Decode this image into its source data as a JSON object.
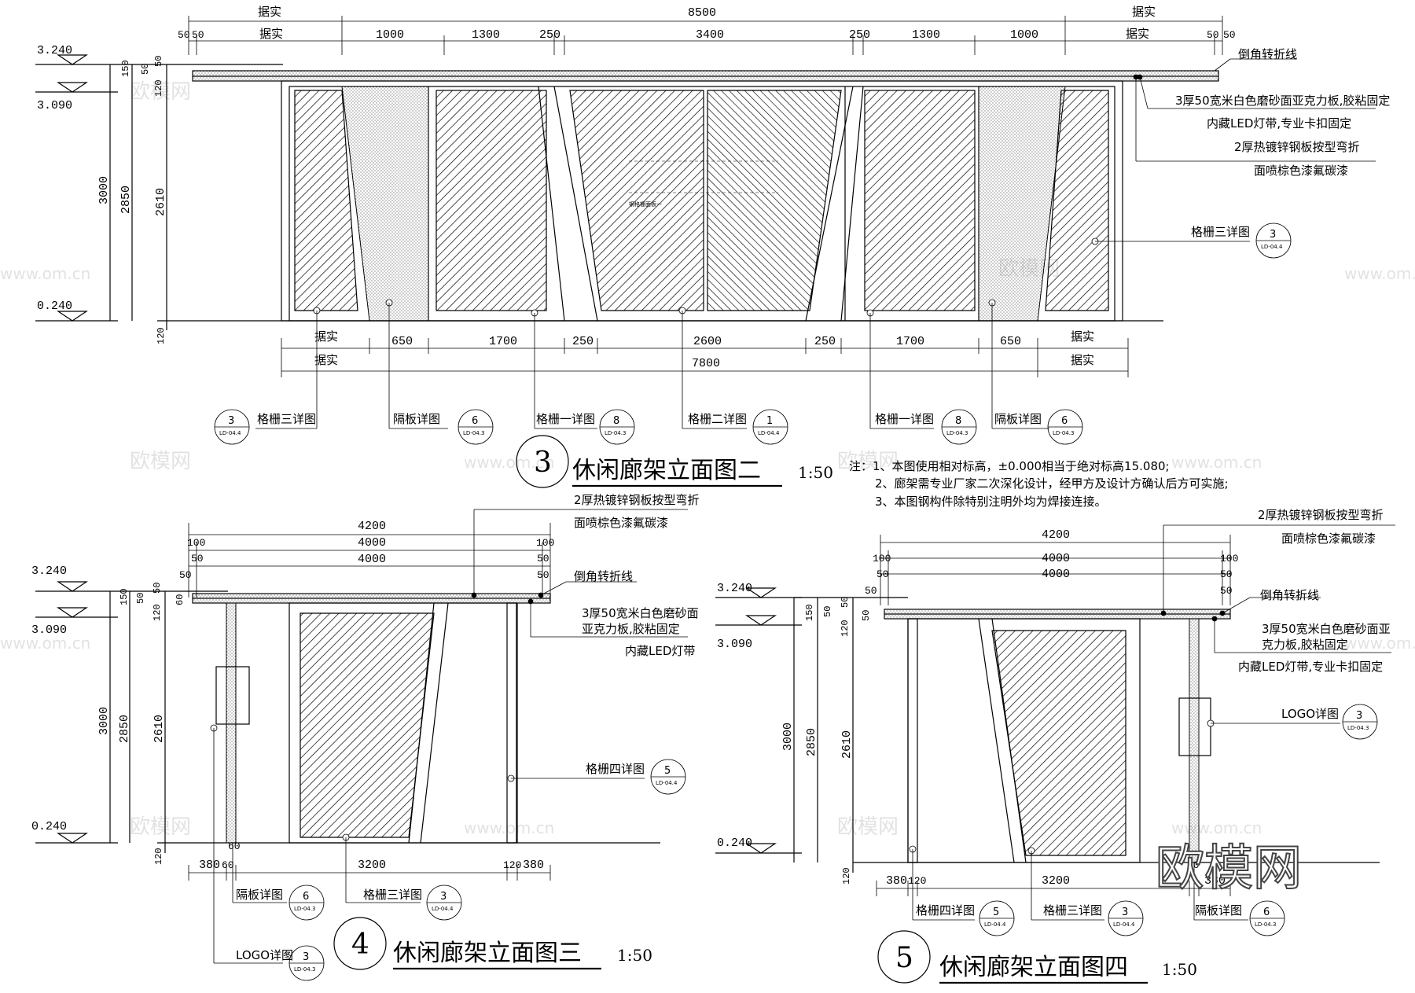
{
  "brand": "欧模网",
  "watermarks": [
    "欧模网",
    "www.om.cn"
  ],
  "elevation1": {
    "number": "3",
    "title": "休闲廊架立面图二",
    "scale": "1:50",
    "levels": [
      "3.240",
      "3.090",
      "0.240"
    ],
    "top_dims": [
      "据实",
      "8500",
      "据实"
    ],
    "top_dims2": [
      "50",
      "50",
      "据实",
      "1000",
      "1300",
      "250",
      "3400",
      "250",
      "1300",
      "1000",
      "据实",
      "50",
      "50"
    ],
    "height_dims": [
      "3000",
      "2850",
      "2610",
      "150",
      "50",
      "50",
      "120",
      "120"
    ],
    "bottom_dims": [
      "据实",
      "650",
      "1700",
      "250",
      "2600",
      "250",
      "1700",
      "650",
      "据实"
    ],
    "bottom_dims2": [
      "据实",
      "7800",
      "据实"
    ],
    "center_label": "钢格栅面板一",
    "annotations": [
      "倒角转折线",
      "3厚50宽米白色磨砂面亚克力板,胶粘固定",
      "内藏LED灯带,专业卡扣固定",
      "2厚热镀锌钢板按型弯折",
      "面喷棕色漆氟碳漆"
    ],
    "callouts": [
      {
        "label": "格栅三详图",
        "num": "3",
        "ref": "LD-04.4"
      },
      {
        "label": "隔板详图",
        "num": "6",
        "ref": "LD-04.3"
      },
      {
        "label": "格栅一详图",
        "num": "8",
        "ref": "LD-04.3"
      },
      {
        "label": "格栅二详图",
        "num": "1",
        "ref": "LD-04.4"
      },
      {
        "label": "格栅一详图",
        "num": "8",
        "ref": "LD-04.3"
      },
      {
        "label": "隔板详图",
        "num": "6",
        "ref": "LD-04.3"
      },
      {
        "label": "格栅三详图",
        "num": "3",
        "ref": "LD-04.4"
      }
    ]
  },
  "notes": [
    "注：1、本图使用相对标高，±0.000相当于绝对标高15.080;",
    "2、廊架需专业厂家二次深化设计，经甲方及设计方确认后方可实施;",
    "3、本图钢构件除特别注明外均为焊接连接。"
  ],
  "elevation2": {
    "number": "4",
    "title": "休闲廊架立面图三",
    "scale": "1:50",
    "levels": [
      "3.240",
      "3.090",
      "0.240"
    ],
    "top_dims": [
      "4200",
      "100",
      "4000",
      "100",
      "50",
      "50",
      "4000",
      "50",
      "50"
    ],
    "height_dims": [
      "3000",
      "2850",
      "2610",
      "150",
      "50",
      "50",
      "120",
      "60",
      "120"
    ],
    "bottom_dims": [
      "380",
      "60",
      "3200",
      "120",
      "380",
      "60"
    ],
    "annotations": [
      "2厚热镀锌钢板按型弯折",
      "面喷棕色漆氟碳漆",
      "倒角转折线",
      "3厚50宽米白色磨砂面",
      "亚克力板,胶粘固定",
      "内藏LED灯带"
    ],
    "callouts": [
      {
        "label": "格栅四详图",
        "num": "5",
        "ref": "LD-04.4"
      },
      {
        "label": "隔板详图",
        "num": "6",
        "ref": "LD-04.3"
      },
      {
        "label": "格栅三详图",
        "num": "3",
        "ref": "LD-04.4"
      },
      {
        "label": "LOGO详图",
        "num": "3",
        "ref": "LD-04.3"
      }
    ]
  },
  "elevation3": {
    "number": "5",
    "title": "休闲廊架立面图四",
    "scale": "1:50",
    "levels": [
      "3.240",
      "3.090",
      "0.240"
    ],
    "top_dims": [
      "4200",
      "100",
      "4000",
      "100",
      "50",
      "50",
      "4000",
      "50",
      "50"
    ],
    "height_dims": [
      "3000",
      "2850",
      "2610",
      "150",
      "50",
      "50",
      "120",
      "50",
      "120"
    ],
    "bottom_dims": [
      "380",
      "120",
      "3200",
      "60",
      "380"
    ],
    "annotations": [
      "2厚热镀锌钢板按型弯折",
      "面喷棕色漆氟碳漆",
      "倒角转折线",
      "3厚50宽米白色磨砂面亚",
      "克力板,胶粘固定",
      "内藏LED灯带,专业卡扣固定"
    ],
    "callouts": [
      {
        "label": "LOGO详图",
        "num": "3",
        "ref": "LD-04.3"
      },
      {
        "label": "格栅四详图",
        "num": "5",
        "ref": "LD-04.4"
      },
      {
        "label": "格栅三详图",
        "num": "3",
        "ref": "LD-04.4"
      },
      {
        "label": "隔板详图",
        "num": "6",
        "ref": "LD-04.3"
      }
    ]
  }
}
